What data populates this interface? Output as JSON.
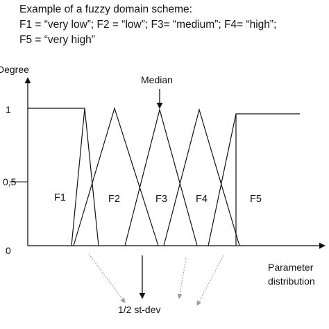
{
  "header": {
    "line1": "Example of a fuzzy domain scheme:",
    "line2": "F1 = “very low”; F2 = “low”; F3= “medium”; F4= “high”;",
    "line3": "F5 = “very high”"
  },
  "axes": {
    "y_label": "Degree",
    "x_label_line1": "Parameter",
    "x_label_line2": "distribution",
    "ticks": {
      "one": "1",
      "half": "0,5",
      "zero": "0"
    }
  },
  "sets": [
    {
      "label": "F1",
      "meaning": "very low"
    },
    {
      "label": "F2",
      "meaning": "low"
    },
    {
      "label": "F3",
      "meaning": "medium"
    },
    {
      "label": "F4",
      "meaning": "high"
    },
    {
      "label": "F5",
      "meaning": "very high"
    }
  ],
  "annotations": {
    "median": "Median",
    "half_std": "1/2 st-dev"
  },
  "colors": {
    "ink": "#111111",
    "dashed_arrow": "#999999"
  }
}
